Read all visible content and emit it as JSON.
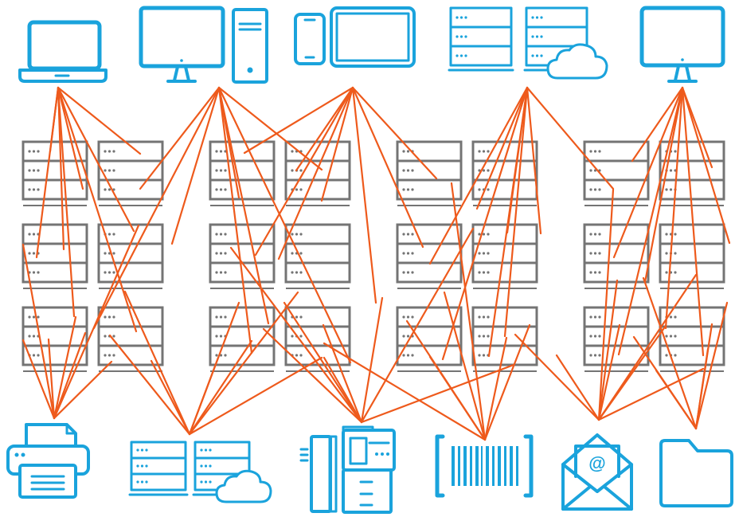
{
  "colors": {
    "icon_blue": "#1aa3dc",
    "server_gray": "#747474",
    "connection_orange": "#ee5a1c",
    "background": "#ffffff"
  },
  "top_devices": [
    {
      "id": "laptop",
      "icon": "laptop-icon"
    },
    {
      "id": "desktop",
      "icon": "desktop-tower-icon"
    },
    {
      "id": "mobile",
      "icon": "phone-tablet-icon"
    },
    {
      "id": "cloud-servers",
      "icon": "server-cloud-icon"
    },
    {
      "id": "monitor",
      "icon": "monitor-icon"
    }
  ],
  "bottom_devices": [
    {
      "id": "printer",
      "icon": "printer-icon"
    },
    {
      "id": "cloud-servers",
      "icon": "server-cloud-icon"
    },
    {
      "id": "copier",
      "icon": "copier-icon"
    },
    {
      "id": "barcode",
      "icon": "barcode-icon"
    },
    {
      "id": "email",
      "icon": "email-icon"
    },
    {
      "id": "folder",
      "icon": "folder-icon"
    }
  ],
  "server_grid": {
    "columns": 10,
    "rows": 3,
    "icon": "server-rack-icon"
  }
}
